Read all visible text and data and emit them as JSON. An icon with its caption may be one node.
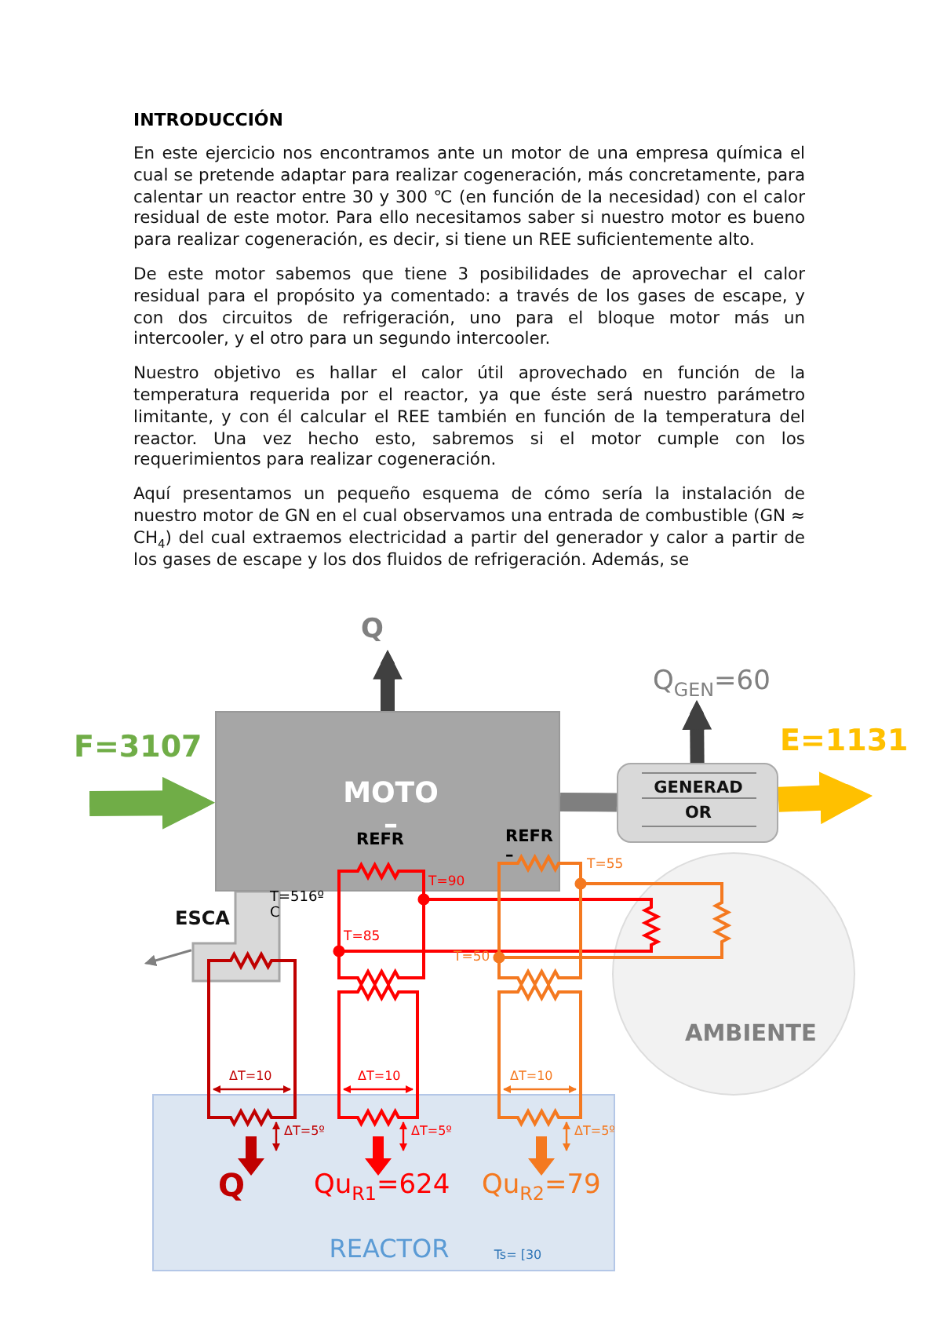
{
  "diagram": {
    "title": "INTRODUCCIÓN",
    "nodes": [
      {
        "text": [
          "MOTO –"
        ]
      },
      {
        "text": [
          "GENERAD OR"
        ]
      },
      {
        "text": [
          "ESCA"
        ]
      },
      {
        "text": [
          "AMBIENTE"
        ]
      },
      {
        "text": [
          "REACTOR",
          "Ts= [30"
        ]
      }
    ],
    "edges": [
      {
        "from": null,
        "to": 0,
        "arrow": "to",
        "label": "F=3107",
        "color": "#70ad47"
      },
      {
        "from": 0,
        "to": 1,
        "arrow": "none",
        "color": "#7f7f7f"
      },
      {
        "from": 1,
        "to": null,
        "arrow": "to",
        "label": "E=1131",
        "color": "#ffc000"
      },
      {
        "from": 0,
        "to": null,
        "arrow": "to",
        "label": "Q",
        "color": "#404040"
      },
      {
        "from": 1,
        "to": null,
        "arrow": "to",
        "label": "Q$_{GEN}$=60",
        "color": "#404040"
      },
      {
        "from": 2,
        "to": null,
        "arrow": "to",
        "color": "#808080"
      }
    ],
    "labels": [
      "En este ejercicio nos encontramos ante un motor de una empresa química el cual se pretende adaptar para realizar cogeneración, más concretamente, para calentar un reactor entre 30 y 300 ℃ (en función de la necesidad) con el calor residual de este motor. Para ello necesitamos saber si nuestro motor es bueno para realizar cogeneración, es decir, si tiene un REE suficientemente alto.",
      "De este motor sabemos que tiene 3 posibilidades de aprovechar el calor residual para el propósito ya comentado: a través de los gases de escape, y con dos circuitos de refrigeración, uno para el bloque motor más un intercooler, y el otro para un segundo intercooler.",
      "Nuestro objetivo es hallar el calor útil aprovechado en función de la temperatura requerida por el reactor, ya que éste será nuestro parámetro limitante, y con él calcular el REE también en función de la temperatura del reactor. Una vez hecho esto, sabremos si el motor cumple con los requerimientos para realizar cogeneración.",
      "Aquí presentamos un pequeño esquema de cómo sería la instalación de nuestro motor de GN en el cual observamos una entrada de combustible (GN ≈ CH$_{4}$) del cual extraemos electricidad a partir del generador y calor a partir de los gases de escape y los dos fluidos de refrigeración. Además, se",
      "REFR",
      "REFR –",
      "T=516º C",
      "T=90",
      "T=55",
      "T=85",
      "T=50",
      "ΔT=10",
      "ΔT=10",
      "ΔT=10",
      "ΔT=5º",
      "ΔT=5º",
      "ΔT=5º",
      "Q",
      "Qu$_{R1}$=624",
      "Qu$_{R2}$=79"
    ]
  }
}
